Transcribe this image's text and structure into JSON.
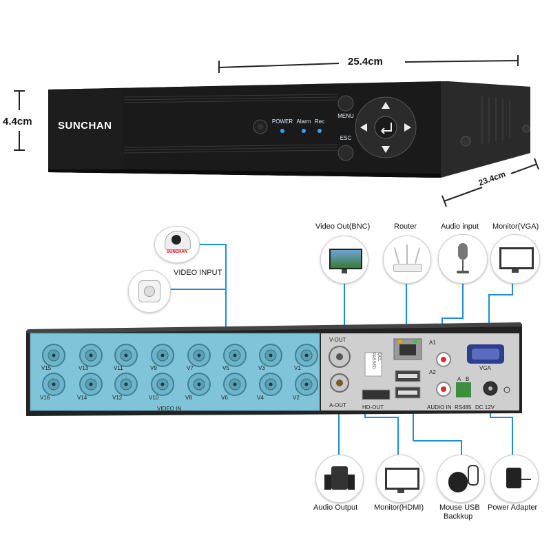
{
  "dimensions": {
    "width_label": "25.4cm",
    "height_label": "4.4cm",
    "depth_label": "23.4cm"
  },
  "front_panel": {
    "brand": "SUNCHAN",
    "indicators": [
      "POWER",
      "Alarm",
      "Rec"
    ],
    "menu_label": "MENU",
    "esc_label": "ESC"
  },
  "connections_top": {
    "video_out_bnc": "Video Out(BNC)",
    "router": "Router",
    "audio_input": "Audio input",
    "monitor_vga": "Monitor(VGA)",
    "video_input": "VIDEO INPUT",
    "camera_brand": "SUNCHAN"
  },
  "connections_bottom": {
    "audio_output": "Audio Output",
    "monitor_hdmi": "Monitor(HDMI)",
    "mouse_usb_line1": "Mouse USB",
    "mouse_usb_line2": "Backkup",
    "power_adapter": "Power Adapter"
  },
  "rear_panel": {
    "video_in_label": "VIDEO IN",
    "channels_top": [
      "V15",
      "V13",
      "V11",
      "V9",
      "V7",
      "V5",
      "V3",
      "V1"
    ],
    "channels_bottom": [
      "V16",
      "V14",
      "V12",
      "V10",
      "V8",
      "V6",
      "V4",
      "V2"
    ],
    "v_out": "V-OUT",
    "a_out": "A-OUT",
    "hd_out": "HD-OUT",
    "audio_in": "AUDIO IN",
    "a1": "A1",
    "a2": "A2",
    "a": "A",
    "b": "B",
    "rs485": "RS485",
    "vga": "VGA",
    "dc": "DC 12V",
    "qc_sticker_1": "QC1",
    "qc_sticker_2": "PASSED"
  },
  "colors": {
    "cable": "#1a8fd8",
    "bnc_panel": "#7fc4d8",
    "device_body": "#1b1b1b",
    "led": "#3aa0ff"
  }
}
